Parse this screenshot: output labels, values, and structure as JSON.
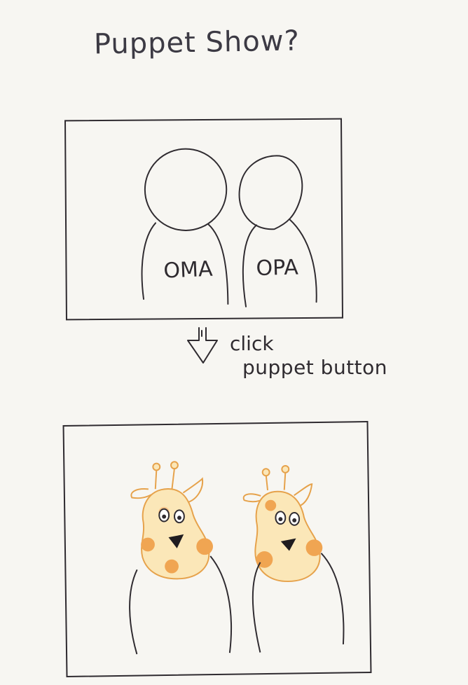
{
  "title": "Puppet Show?",
  "panels": {
    "before": {
      "people": [
        {
          "label": "OMA"
        },
        {
          "label": "OPA"
        }
      ]
    },
    "after": {
      "puppets": [
        "giraffe-puppet",
        "giraffe-puppet"
      ]
    }
  },
  "transition": {
    "line1": "click",
    "line2": "puppet button"
  },
  "colors": {
    "ink": "#2f2b30",
    "paper": "#f7f6f2",
    "giraffe_fill": "#fbe7b8",
    "giraffe_spot": "#f0a552"
  }
}
